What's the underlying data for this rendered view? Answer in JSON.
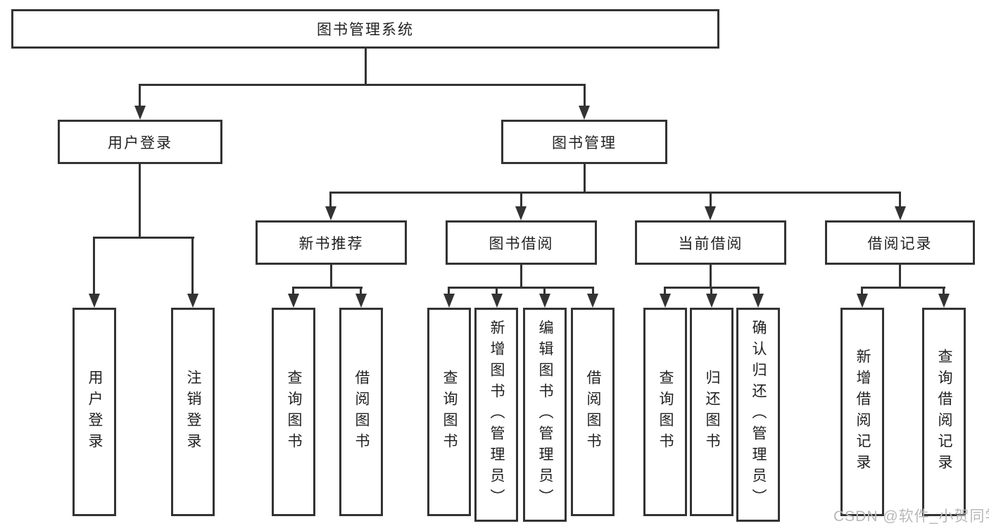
{
  "diagram": {
    "root": {
      "label": "图书管理系统"
    },
    "branches": {
      "user_login": {
        "label": "用户登录",
        "children": [
          "用户登录",
          "注销登录"
        ]
      },
      "book_management": {
        "label": "图书管理",
        "children": {
          "new_book_recommend": {
            "label": "新书推荐",
            "children": [
              "查询图书",
              "借阅图书"
            ]
          },
          "book_borrow": {
            "label": "图书借阅",
            "children": [
              "查询图书",
              "新增图书（管理员）",
              "编辑图书（管理员）",
              "借阅图书"
            ]
          },
          "current_borrow": {
            "label": "当前借阅",
            "children": [
              "查询图书",
              "归还图书",
              "确认归还（管理员）"
            ]
          },
          "borrow_records": {
            "label": "借阅记录",
            "children": [
              "新增借阅记录",
              "查询借阅记录"
            ]
          }
        }
      }
    }
  },
  "watermark": "CSDN @软件_小贺同学",
  "colors": {
    "line": "#333333",
    "text": "#222222",
    "watermark": "#b8b8b8",
    "background": "#ffffff"
  }
}
